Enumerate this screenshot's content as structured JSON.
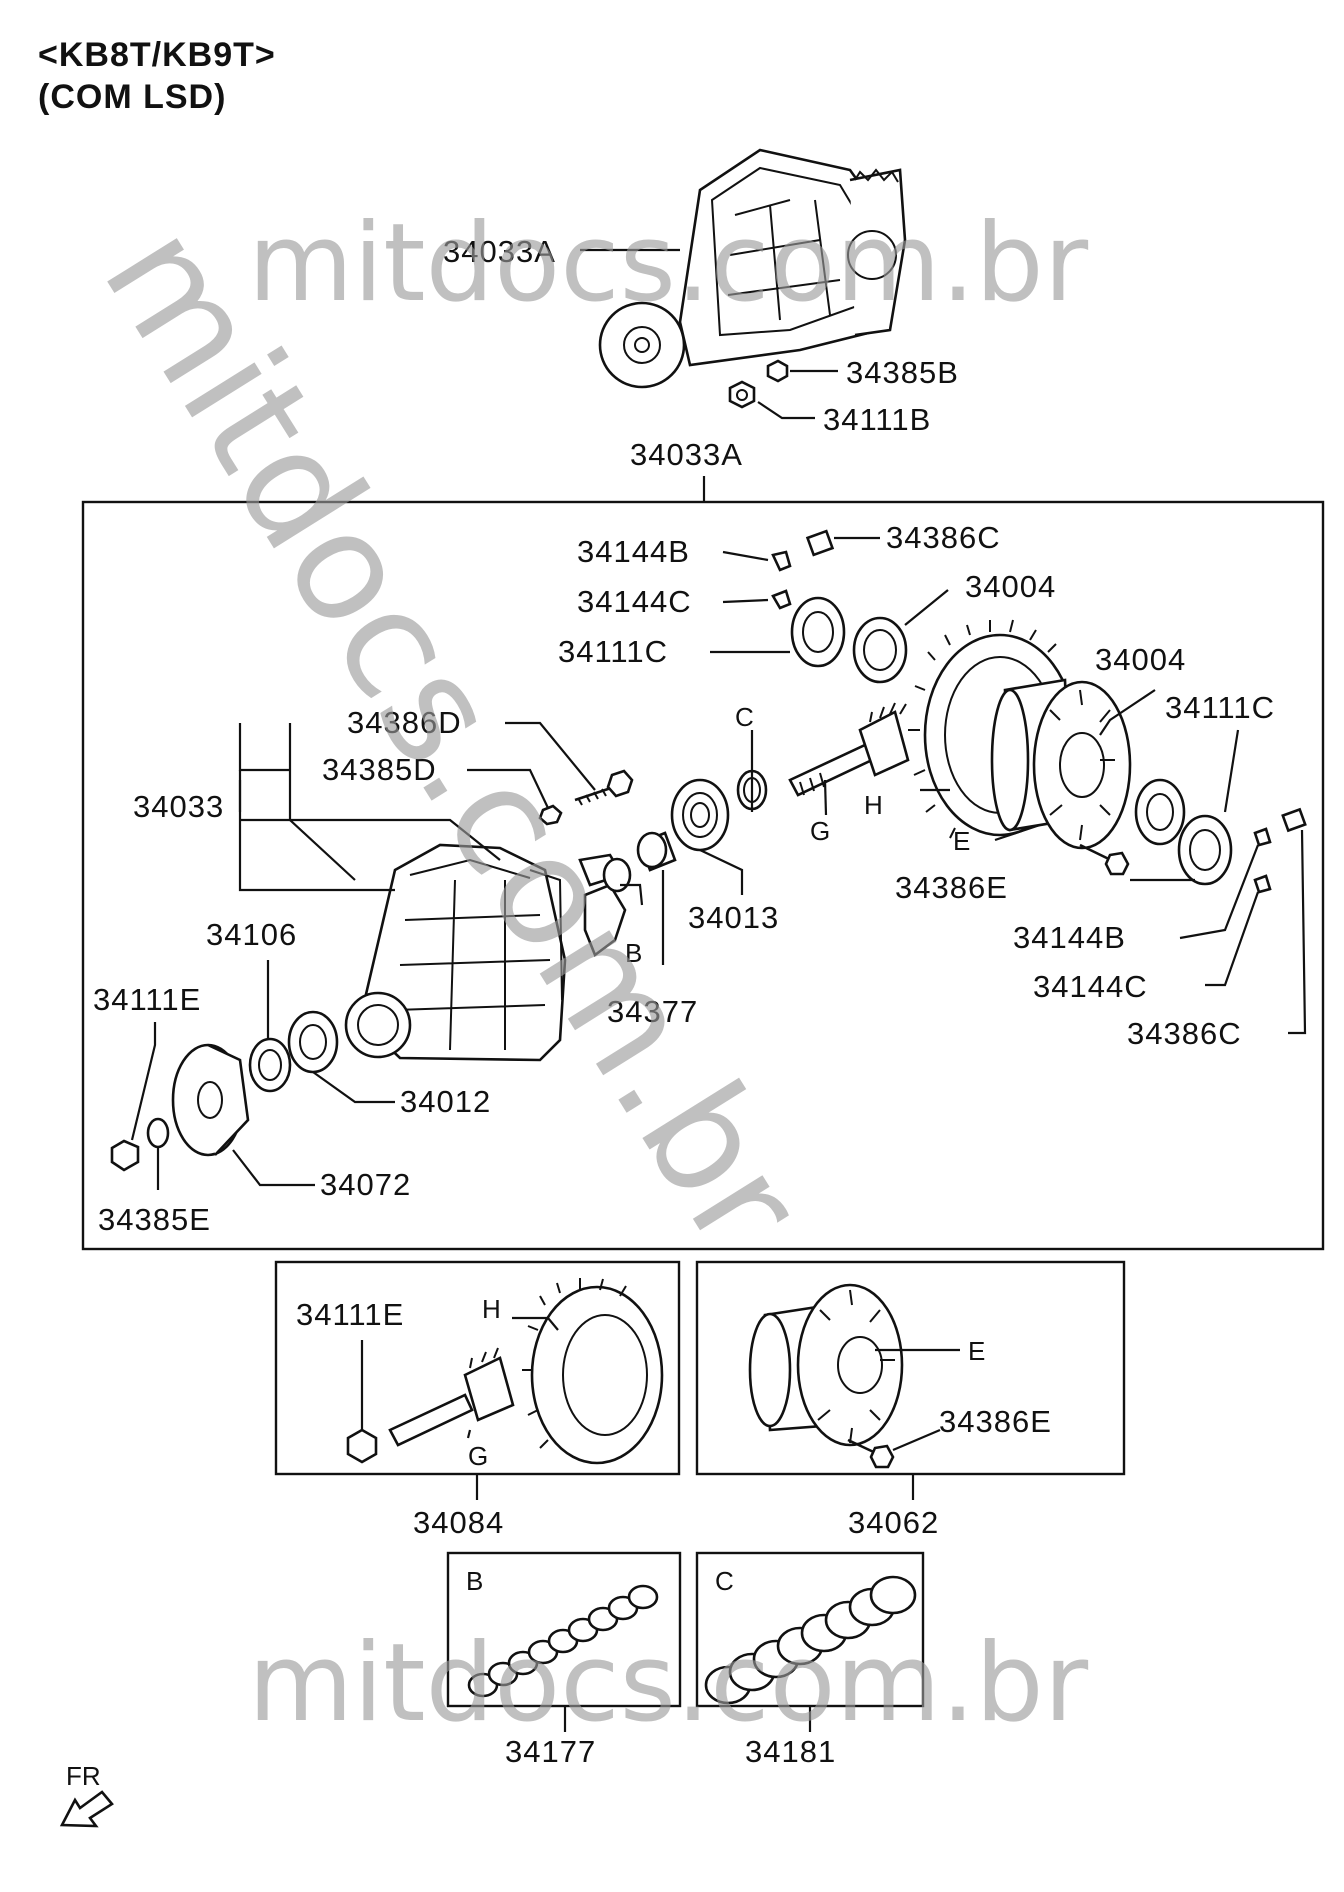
{
  "header": {
    "model": "<KB8T/KB9T>",
    "variant": "(COM LSD)"
  },
  "watermark": "mitdocs.com.br",
  "direction_label": "FR",
  "callouts": {
    "top_assembly": "34033A",
    "top_nut_small": "34385B",
    "top_nut": "34111B",
    "main_box_ref": "34033A",
    "breather_clip_b": "34144B",
    "breather_c": "34386C",
    "clip_c": "34144C",
    "bearing_outer": "34004",
    "nut_c": "34111C",
    "bolt_d": "34386D",
    "washer_d": "34385D",
    "carrier": "34033",
    "diff_bearing": "34004",
    "nut_c_right": "34111C",
    "bearing_13": "34013",
    "bolt_e": "34386E",
    "clip_b_right": "34144B",
    "clip_c_right": "34144C",
    "breather_c_right": "34386C",
    "oil_seal": "34106",
    "spacer": "34377",
    "nut_e": "34111E",
    "bearing_12": "34012",
    "companion_flange": "34072",
    "washer_e": "34385E",
    "gear_set_nut": "34111E",
    "gear_set": "34084",
    "case_bolt": "34386E",
    "diff_case": "34062",
    "shim_b": "34177",
    "shim_c": "34181"
  },
  "letters": {
    "c": "C",
    "g": "G",
    "h": "H",
    "e": "E",
    "b": "B",
    "h2": "H",
    "g2": "G",
    "e2": "E",
    "box_b": "B",
    "box_c": "C"
  }
}
